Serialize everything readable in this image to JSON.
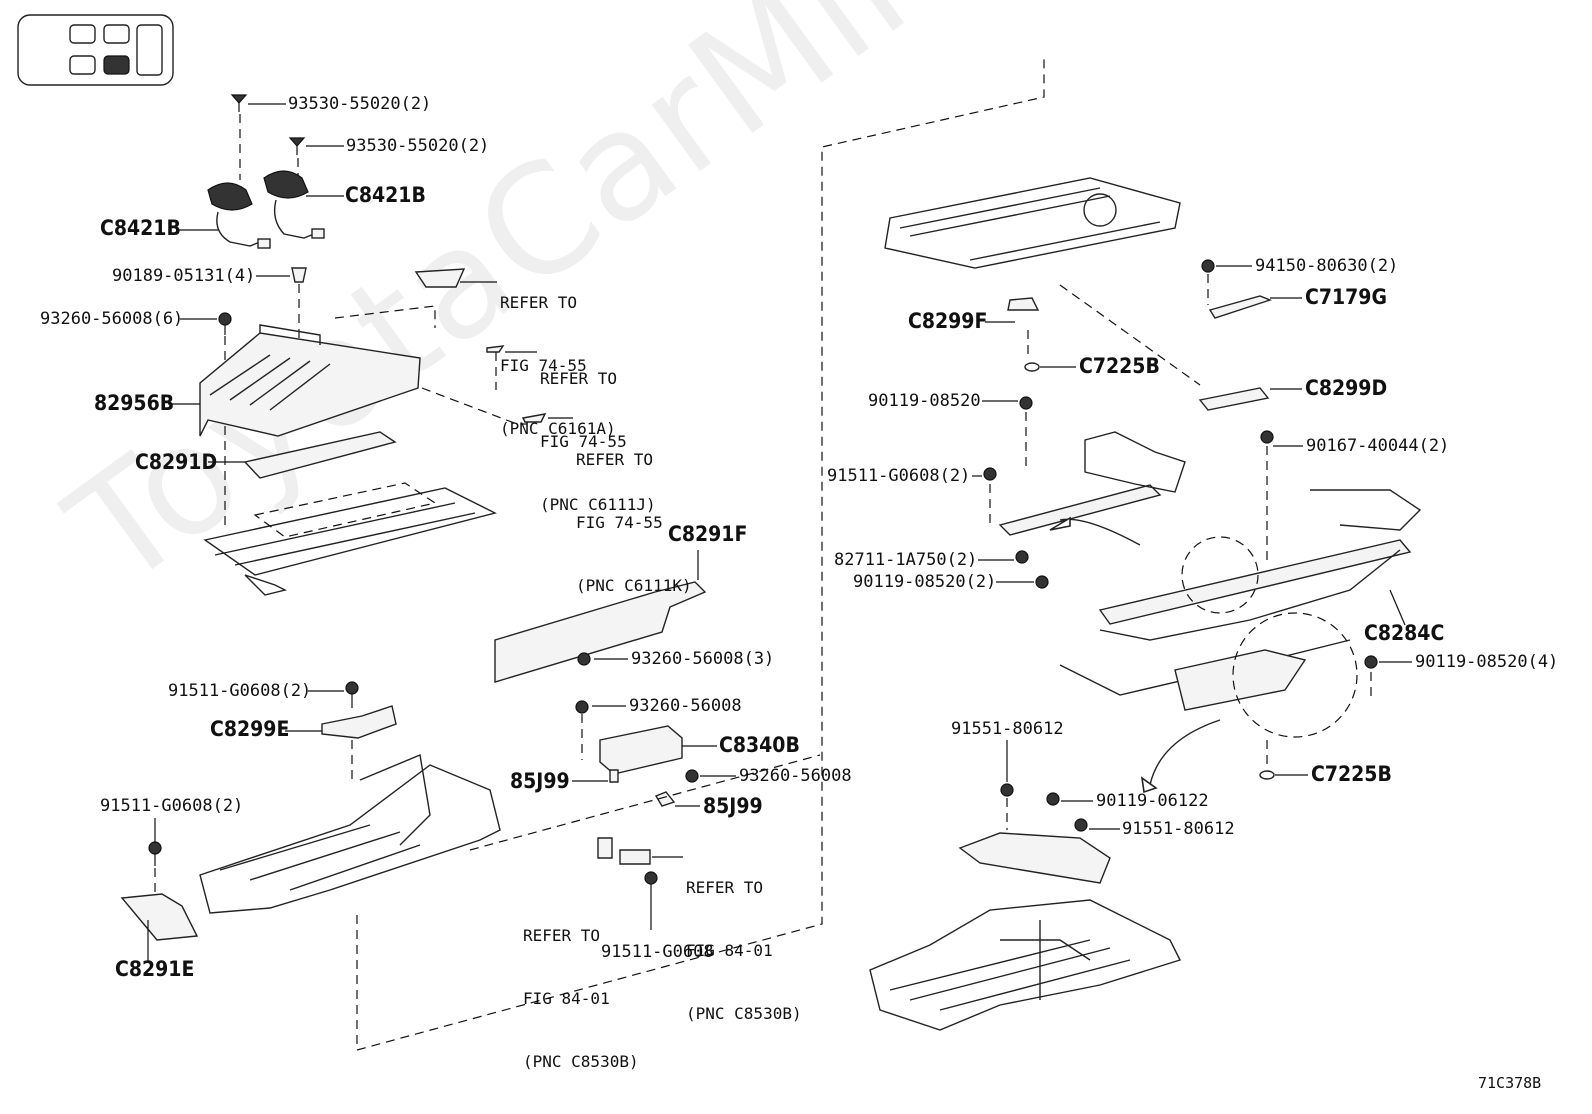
{
  "watermark": "ToyotaCarMine.ru",
  "figure_code": "71C378B",
  "labels": {
    "l01": "93530-55020(2)",
    "l02": "93530-55020(2)",
    "l03": "C8421B",
    "l04": "C8421B",
    "l05": "90189-05131(4)",
    "l06": "93260-56008(6)",
    "l07": "82956B",
    "l08": "C8291D",
    "l09": "C8291F",
    "l10": "93260-56008(3)",
    "l11": "91511-G0608(2)",
    "l12": "C8299E",
    "l13": "93260-56008",
    "l14": "C8340B",
    "l15": "85J99",
    "l16": "93260-56008",
    "l17": "85J99",
    "l18": "91511-G0608(2)",
    "l19": "C8291E",
    "l20": "91511-G0608",
    "l21": "C8299F",
    "l22": "C7225B",
    "l23": "94150-80630(2)",
    "l24": "C7179G",
    "l25": "C8299D",
    "l26": "90119-08520",
    "l27": "90167-40044(2)",
    "l28": "91511-G0608(2)",
    "l29": "82711-1A750(2)",
    "l30": "90119-08520(2)",
    "l31": "C8284C",
    "l32": "90119-08520(4)",
    "l33": "C7225B",
    "l34": "91551-80612",
    "l35": "90119-06122",
    "l36": "91551-80612"
  },
  "refer_notes": {
    "r1": [
      "REFER TO",
      "FIG 74-55",
      "(PNC C6161A)"
    ],
    "r2": [
      "REFER TO",
      "FIG 74-55",
      "(PNC C6111J)"
    ],
    "r3": [
      "REFER TO",
      "FIG 74-55",
      "(PNC C6111K)"
    ],
    "r4": [
      "REFER TO",
      "FIG 84-01",
      "(PNC C8530B)"
    ],
    "r5": [
      "REFER TO",
      "FIG 84-01",
      "(PNC C8530B)"
    ]
  }
}
